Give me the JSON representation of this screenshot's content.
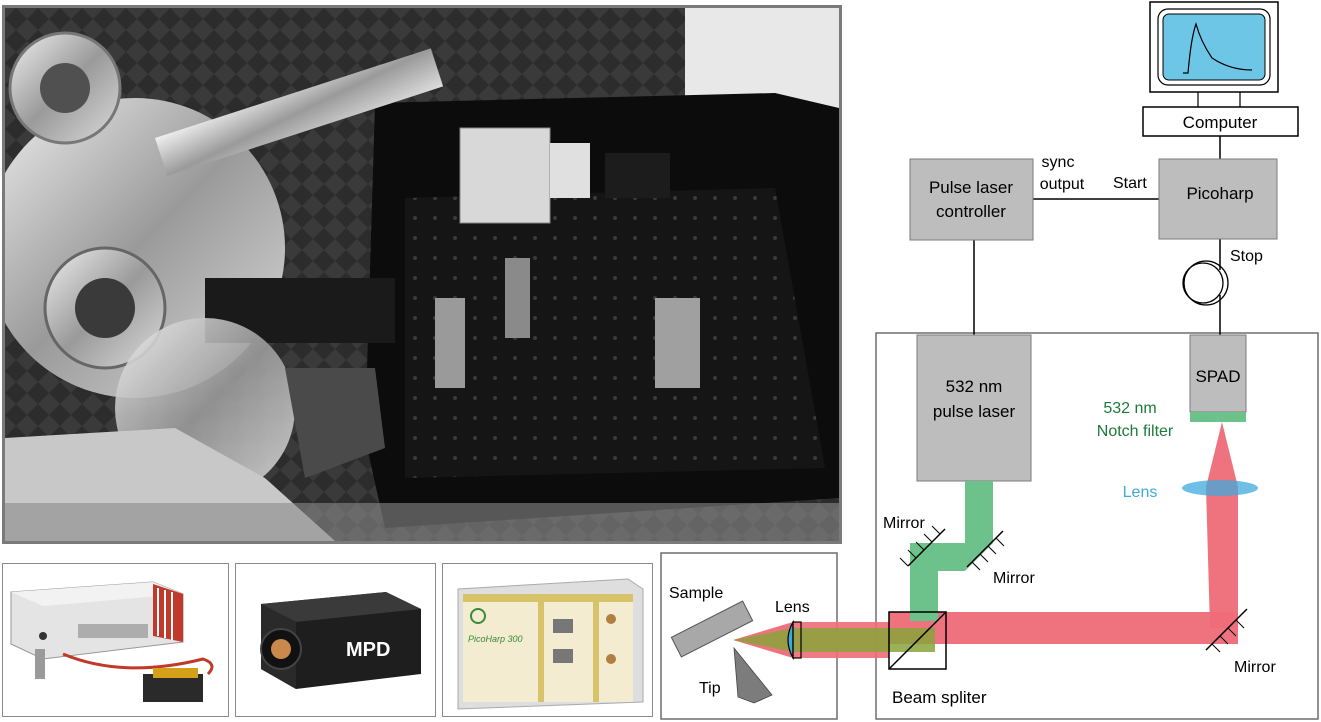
{
  "diagram": {
    "computer": "Computer",
    "pulse_controller_line1": "Pulse laser",
    "pulse_controller_line2": "controller",
    "picoharp": "Picoharp",
    "sync_line1": "sync",
    "sync_line2": "output",
    "start": "Start",
    "stop": "Stop",
    "laser_line1": "532 nm",
    "laser_line2": "pulse laser",
    "spad": "SPAD",
    "notch_line1": "532 nm",
    "notch_line2": "Notch filter",
    "lens_right": "Lens",
    "mirror_top_left": "Mirror",
    "mirror_mid": "Mirror",
    "mirror_right": "Mirror",
    "beam_splitter": "Beam spliter",
    "sample": "Sample",
    "lens_left": "Lens",
    "tip": "Tip"
  },
  "photos": {
    "picoharp_panel_text": "PicoHarp 300",
    "mpd_logo": "MPD"
  },
  "colors": {
    "box_fill": "#bdbdbd",
    "green_beam": "#6cc28a",
    "red_beam": "#ee6b78",
    "notch_label": "#1e7a3c",
    "lens_blue": "#3fa9dc",
    "screen_blue": "#6ec6e6"
  }
}
